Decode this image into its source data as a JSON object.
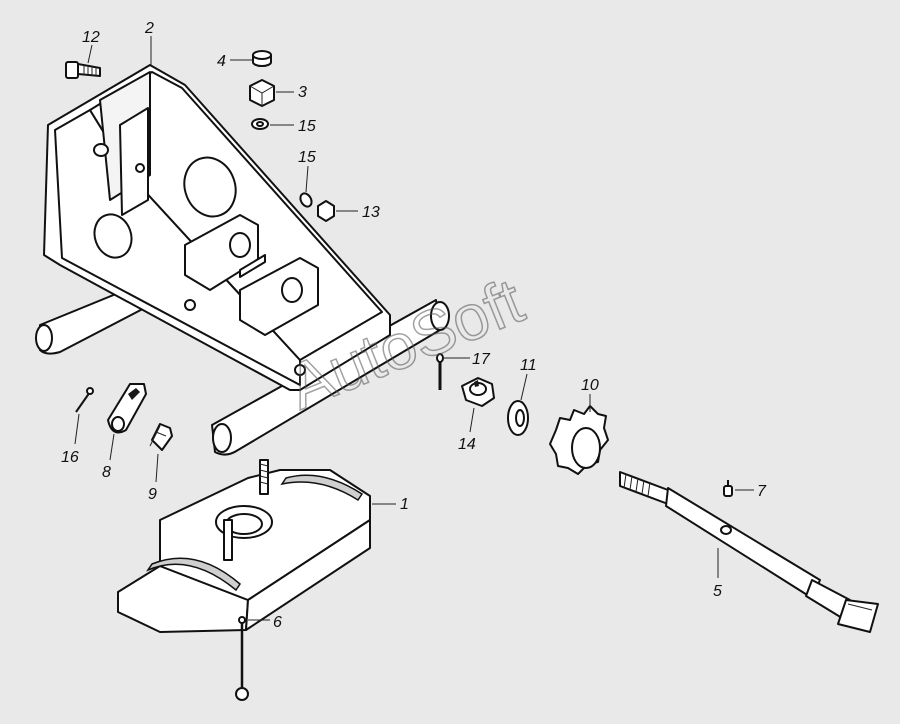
{
  "watermark": "AutoSoft",
  "callouts": {
    "c1": "1",
    "c2": "2",
    "c3": "3",
    "c4": "4",
    "c5": "5",
    "c6": "6",
    "c7": "7",
    "c8": "8",
    "c9": "9",
    "c10": "10",
    "c11": "11",
    "c12": "12",
    "c13": "13",
    "c14": "14",
    "c15a": "15",
    "c15b": "15",
    "c16": "16",
    "c17": "17"
  }
}
